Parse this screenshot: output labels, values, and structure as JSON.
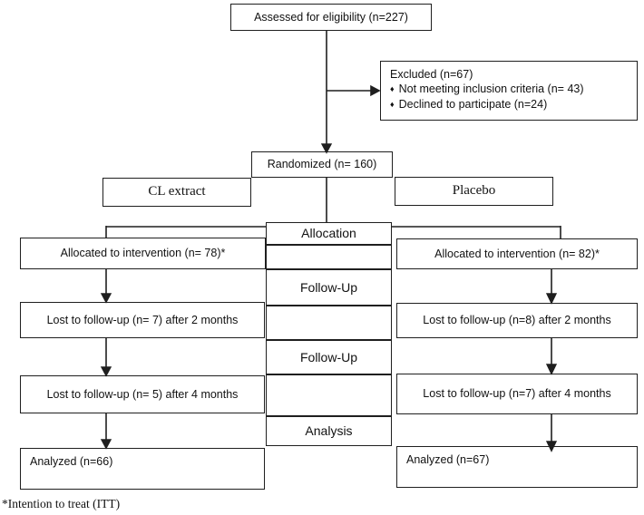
{
  "diagram": {
    "assessed": {
      "label": "Assessed for eligibility (n=227)"
    },
    "excluded": {
      "title": "Excluded (n=67)",
      "bullet": "♦",
      "items": [
        "Not meeting inclusion criteria (n= 43)",
        "Declined to participate (n=24)"
      ]
    },
    "randomized": {
      "label": "Randomized (n= 160)"
    },
    "arms": {
      "left": "CL extract",
      "right": "Placebo"
    },
    "stages": {
      "allocation": "Allocation",
      "followup1": "Follow-Up",
      "followup2": "Follow-Up",
      "analysis": "Analysis"
    },
    "left_column": {
      "allocated": "Allocated to intervention (n= 78)*",
      "lost_2m": "Lost to follow-up (n= 7) after 2 months",
      "lost_4m": "Lost to follow-up (n= 5) after 4 months",
      "analyzed": "Analyzed (n=66)"
    },
    "right_column": {
      "allocated": "Allocated to intervention (n= 82)*",
      "lost_2m": "Lost to follow-up (n=8) after 2 months",
      "lost_4m": "Lost to follow-up (n=7) after 4 months",
      "analyzed": "Analyzed (n=67)"
    },
    "footnote": "*Intention to treat (ITT)"
  }
}
